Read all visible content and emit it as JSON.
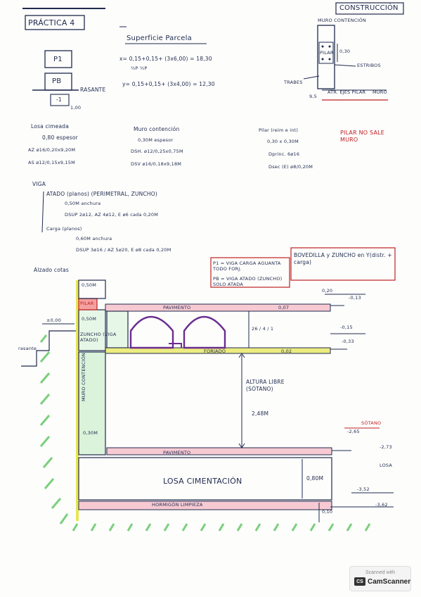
{
  "header": {
    "practice": "PRÁCTICA 4",
    "subject": "CONSTRUCCIÓN"
  },
  "plot_area": {
    "title": "Superficie Parcela",
    "eq_x": "x= 0,15+0,15+ (3x6,00) = 18,30",
    "eq_x_note": "½P ½P",
    "eq_y": "y= 0,15+0,15+ (3x4,00) = 12,30"
  },
  "floors_diagram": {
    "p1": "P1",
    "pb": "PB",
    "basement": "-1",
    "ground_label": "RASANTE",
    "ground_value": "1,00"
  },
  "retaining_detail": {
    "title": "MURO CONTENCIÓN",
    "pillar": "PILAR",
    "dim": "0,30",
    "stirrups": "ESTRIBOS",
    "rebars": "TRABES",
    "axis_label": "ATR. EJES PILAR",
    "axis_value": "9,5",
    "axis_tail": "MURO"
  },
  "notes": {
    "slab_title": "Losa cimeada",
    "slab_thickness": "0,80 espesor",
    "slab_az": "AZ ø16/0,20x9,20M",
    "slab_as": "AS ø12/0,15x9,15M",
    "wall_title": "Muro contención",
    "wall_thickness": "0,30M espesor",
    "wall_dh": "DSH. ø12/0,25x0,75M",
    "wall_dv": "DSV ø16/0,18x9,18M",
    "pillar_title": "Pilar (reim e int)",
    "pillar_dim": "0,30 x 0,30M",
    "pillar_main": "Dprinc. 6ø16",
    "pillar_sec": "Dsec (E) ø8/0,20M",
    "pillar_note": "PILAR NO SALE MURO"
  },
  "beam": {
    "title": "VIGA",
    "atado": "ATADO (planos) (PERIMETRAL, ZUNCHO)",
    "atado_w": "0,50M anchura",
    "atado_reb": "DSUP 2ø12, AZ 4ø12, E ø6 cada 0,20M",
    "carga": "Carga (planos)",
    "carga_w": "0,60M anchura",
    "carga_reb": "DSUP 3ø16 / AZ 5ø20, E ø8 cada 0,20M"
  },
  "section": {
    "title": "Alzado cotas",
    "bubble1": "P1 = VIGA CARGA AGUANTA TODO FORJ.",
    "bubble2": "PB = VIGA ATADO (ZUNCHO) SOLO ATADA",
    "bubble3": "BOVEDILLA y ZUNCHO en Y(distr. + carga)",
    "pilar": "PILAR",
    "d_050a": "0,50M",
    "d_050b": "0,50M",
    "zuncho": "ZUNCHO (VIGA ATADO)",
    "pavimento_top": "PAVIMENTO",
    "forjado": "FORJADO",
    "d_007": "0,07",
    "d_026": "26 / 4 / 1",
    "d_020": "0,20",
    "v_013": "-0,13",
    "v_015": "-0,15",
    "v_033": "-0,33",
    "d_002": "0,02",
    "level_000": "±0,00",
    "rasante": "rasante",
    "muro_cont": "MURO CONTENCIÓN",
    "d_030": "0,30M",
    "altura": "ALTURA LIBRE (SÓTANO)",
    "altura_v": "2,48M",
    "sotano": "SÓTANO",
    "v_265": "-2,65",
    "v_273": "-2,73",
    "losa_tag": "LOSA",
    "pavimento_bot": "PAVIMENTO",
    "losa": "LOSA CIMENTACIÓN",
    "d_080": "0,80M",
    "v_352a": "-3,52",
    "v_362": "-3,62",
    "hormigon": "HORMIGÓN LIMPIEZA",
    "d_010": "0,10"
  },
  "scanner": {
    "top": "Scanned with",
    "icon": "CS",
    "name": "CamScanner"
  },
  "colors": {
    "ink": "#1f2a4d",
    "pink": "#e07a90",
    "green": "#7bcf7b",
    "yellow": "#e6e657",
    "purple": "#6a2d8f",
    "red": "#c02020"
  }
}
